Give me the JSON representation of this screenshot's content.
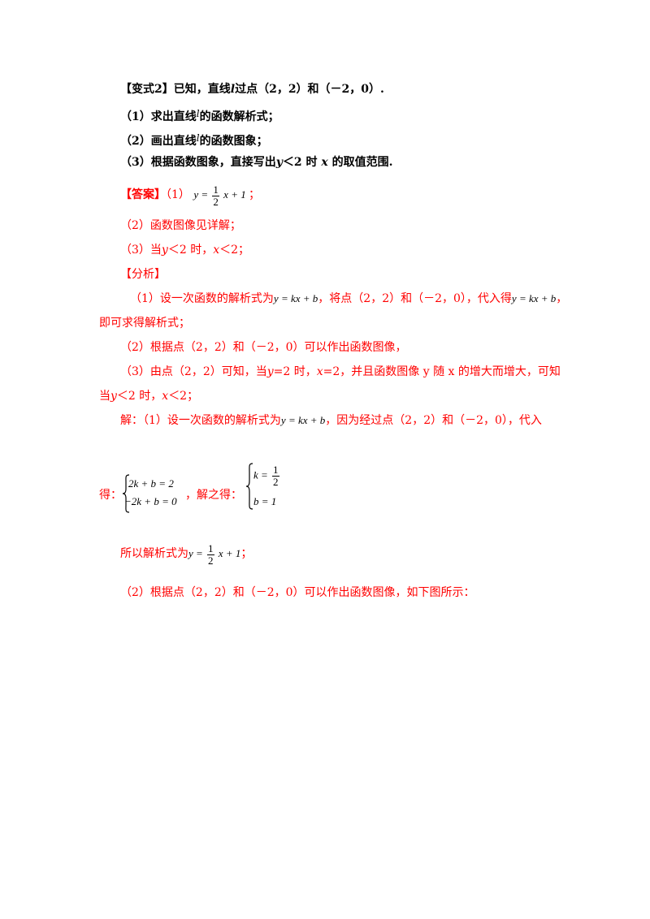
{
  "problem": {
    "tag": "【变式2】",
    "intro": "已知，直线",
    "line_var": "l",
    "intro_rest": "过点（2，2）和（－2，0）.",
    "q1_prefix": "（1）求出直线",
    "q1_suffix": "的函数解析式；",
    "q2_prefix": "（2）画出直线",
    "q2_suffix": "的函数图象；",
    "q3_prefix": "（3）根据函数图象，直接写出",
    "q3_y": "y",
    "q3_mid": "＜2 时",
    "q3_x": "x",
    "q3_suffix": "的取值范围."
  },
  "answer": {
    "label": "【答案】",
    "a1_prefix": "（1）",
    "a1_eq_lhs": "y =",
    "a1_frac_num": "1",
    "a1_frac_den": "2",
    "a1_eq_rhs": "x + 1",
    "a1_end": "；",
    "a2": "（2）函数图像见详解；",
    "a3_prefix": "（3）当",
    "a3_y": "y",
    "a3_mid": "＜2 时，",
    "a3_x": "x",
    "a3_end": "＜2；"
  },
  "analysis": {
    "label": "【分析】",
    "p1_a": "（1）设一次函数的解析式为",
    "p1_eq": "y = kx + b",
    "p1_b": "，将点（2，2）和（－2，0），代入得",
    "p1_eq2": "y = kx + b",
    "p1_c": "，",
    "p1_d": "即可求得解析式；",
    "p2": "（2）根据点（2，2）和（－2，0）可以作出函数图像，",
    "p3_a": "（3）由点（2，2）可知，当",
    "p3_y": "y",
    "p3_b": "=2 时，",
    "p3_x": "x",
    "p3_c": "=2，并且函数图像 y 随 x 的增大而增大，可知",
    "p3_d": "当",
    "p3_y2": "y",
    "p3_e": "＜2 时，",
    "p3_x2": "x",
    "p3_f": "＜2；"
  },
  "solution": {
    "s1_a": "解：（1）设一次函数的解析式为",
    "s1_eq": "y = kx + b",
    "s1_b": "，因为经过点（2，2）和（－2，0），代入",
    "s2_a": "得：",
    "sys1_l1": "2k + b = 2",
    "sys1_l2": "−2k + b = 0",
    "s2_b": "，解之得：",
    "sys2_k": "k =",
    "sys2_num": "1",
    "sys2_den": "2",
    "sys2_b": "b = 1",
    "s3_a": "所以解析式为",
    "s3_lhs": "y =",
    "s3_num": "1",
    "s3_den": "2",
    "s3_rhs": "x + 1",
    "s3_end": "；",
    "s4": "（2）根据点（2，2）和（－2，0）可以作出函数图像，如下图所示："
  }
}
